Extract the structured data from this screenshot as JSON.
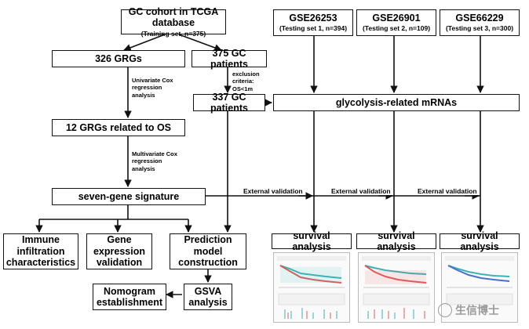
{
  "cohort": {
    "title": "GC cohort in TCGA database",
    "subtitle": "(Training set, n=375)"
  },
  "testing_sets": [
    {
      "title": "GSE26253",
      "subtitle": "(Testing set 1, n=394)"
    },
    {
      "title": "GSE26901",
      "subtitle": "(Testing set 2, n=109)"
    },
    {
      "title": "GSE66229",
      "subtitle": "(Testing set 3, n=300)"
    }
  ],
  "grgs": "326 GRGs",
  "patients_375": "375 GC patients",
  "exclusion_note": [
    "exclusion",
    "criteria:",
    "OS<1m"
  ],
  "patients_337": "337 GC patients",
  "glycolysis": "glycolysis-related mRNAs",
  "univariate_note": [
    "Univariate Cox",
    "regression",
    "analysis"
  ],
  "grgs_os": "12 GRGs related to OS",
  "multivariate_note": [
    "Multivariate Cox",
    "regression",
    "analysis"
  ],
  "signature": "seven-gene signature",
  "external_validation": "External validation",
  "outcomes": {
    "immune": [
      "Immune",
      "infiltration",
      "characteristics"
    ],
    "gene": [
      "Gene",
      "expression",
      "validation"
    ],
    "prediction": [
      "Prediction",
      "model",
      "construction"
    ]
  },
  "nomogram": [
    "Nomogram",
    "establishment"
  ],
  "gsva": [
    "GSVA",
    "analysis"
  ],
  "survival": "survival analysis",
  "watermark": "生信博士",
  "colors": {
    "border": "#111111",
    "km_blue": "#4a6fd1",
    "km_red": "#e05a5a",
    "km_teal": "#39b3b3"
  }
}
